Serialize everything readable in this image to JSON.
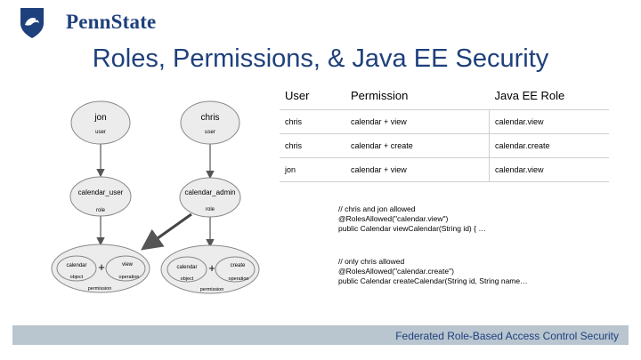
{
  "header": {
    "logo_text": "PennState",
    "title": "Roles, Permissions, & Java EE Security"
  },
  "diagram": {
    "users": [
      {
        "name": "jon",
        "label": "user"
      },
      {
        "name": "chris",
        "label": "user"
      }
    ],
    "roles": [
      {
        "name": "calendar_user",
        "label": "role"
      },
      {
        "name": "calendar_admin",
        "label": "role"
      }
    ],
    "permissions": [
      {
        "object": "calendar",
        "object_label": "object",
        "operation": "view",
        "operation_label": "operation",
        "plus": "+",
        "label": "permission"
      },
      {
        "object": "calendar",
        "object_label": "object",
        "operation": "create",
        "operation_label": "operation",
        "plus": "+",
        "label": "permission"
      }
    ]
  },
  "table": {
    "headers": [
      "User",
      "Permission",
      "Java EE Role"
    ],
    "rows": [
      [
        "chris",
        "calendar + view",
        "calendar.view"
      ],
      [
        "chris",
        "calendar + create",
        "calendar.create"
      ],
      [
        "jon",
        "calendar + view",
        "calendar.view"
      ]
    ]
  },
  "code": {
    "block1": "// chris and jon allowed\n@RolesAllowed(\"calendar.view\")\npublic Calendar viewCalendar(String id) { …",
    "block2": "// only chris allowed\n@RolesAllowed(\"calendar.create\")\npublic Calendar createCalendar(String id, String name…"
  },
  "footer": {
    "text": "Federated Role-Based Access Control Security"
  },
  "colors": {
    "brand_blue": "#1e407c",
    "footer_bar": "#b9c5cf",
    "node_fill": "#ececec"
  }
}
